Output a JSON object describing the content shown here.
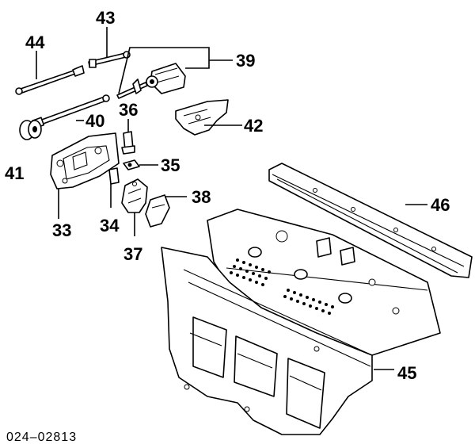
{
  "diagram": {
    "callouts": [
      {
        "id": "43",
        "text": "43"
      },
      {
        "id": "44",
        "text": "44"
      },
      {
        "id": "39",
        "text": "39"
      },
      {
        "id": "36",
        "text": "36"
      },
      {
        "id": "40",
        "text": "40"
      },
      {
        "id": "42",
        "text": "42"
      },
      {
        "id": "41",
        "text": "41"
      },
      {
        "id": "35",
        "text": "35"
      },
      {
        "id": "38",
        "text": "38"
      },
      {
        "id": "46",
        "text": "46"
      },
      {
        "id": "33",
        "text": "33"
      },
      {
        "id": "34",
        "text": "34"
      },
      {
        "id": "37",
        "text": "37"
      },
      {
        "id": "45",
        "text": "45"
      }
    ],
    "reference_code": "024–02813"
  }
}
